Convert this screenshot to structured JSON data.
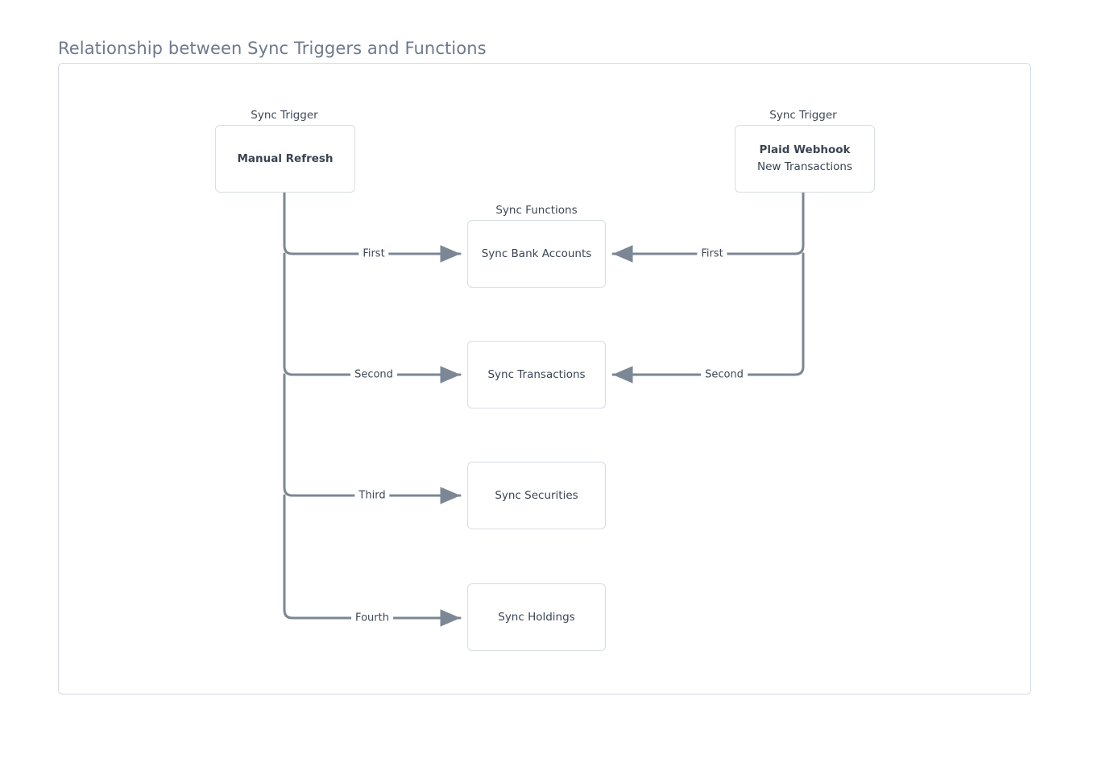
{
  "title": "Relationship between Sync Triggers and Functions",
  "colors": {
    "card_border": "#d4dae3",
    "node_border": "#d7dde5",
    "edge_stroke": "#7b8794",
    "text": "#3a4453",
    "title_text": "#6d7a8c",
    "background": "#ffffff"
  },
  "groups": {
    "trigger_left_label": "Sync Trigger",
    "trigger_right_label": "Sync Trigger",
    "functions_label": "Sync Functions"
  },
  "nodes": {
    "manual_refresh": {
      "title": "Manual Refresh",
      "subtitle": ""
    },
    "plaid_webhook": {
      "title": "Plaid Webhook",
      "subtitle": "New Transactions"
    },
    "sync_bank_accounts": {
      "title": "Sync Bank Accounts",
      "subtitle": ""
    },
    "sync_transactions": {
      "title": "Sync Transactions",
      "subtitle": ""
    },
    "sync_securities": {
      "title": "Sync Securities",
      "subtitle": ""
    },
    "sync_holdings": {
      "title": "Sync Holdings",
      "subtitle": ""
    }
  },
  "edges": [
    {
      "from": "manual_refresh",
      "to": "sync_bank_accounts",
      "label": "First"
    },
    {
      "from": "manual_refresh",
      "to": "sync_transactions",
      "label": "Second"
    },
    {
      "from": "manual_refresh",
      "to": "sync_securities",
      "label": "Third"
    },
    {
      "from": "manual_refresh",
      "to": "sync_holdings",
      "label": "Fourth"
    },
    {
      "from": "plaid_webhook",
      "to": "sync_bank_accounts",
      "label": "First"
    },
    {
      "from": "plaid_webhook",
      "to": "sync_transactions",
      "label": "Second"
    }
  ]
}
